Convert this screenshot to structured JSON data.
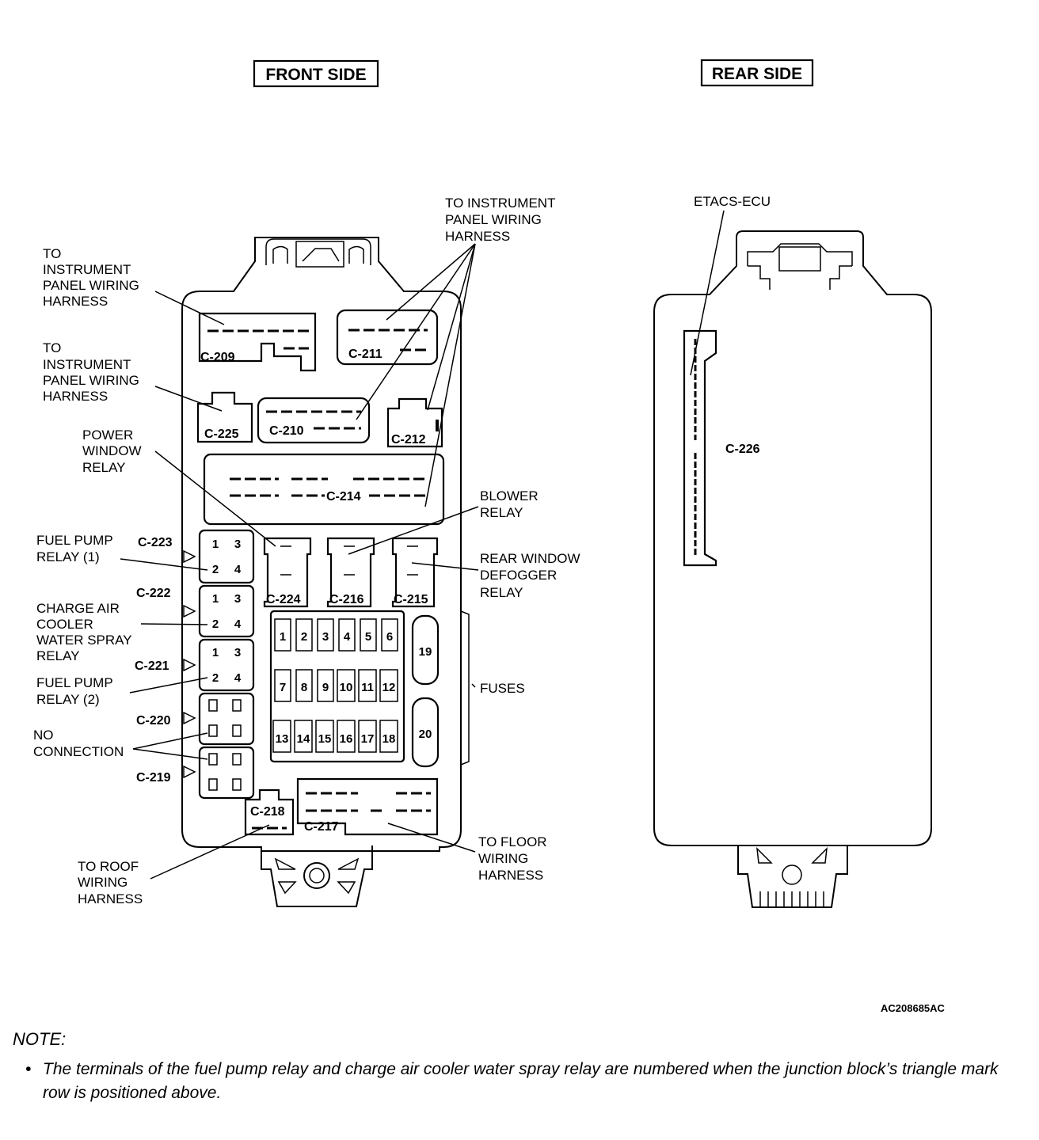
{
  "headers": {
    "front": "FRONT SIDE",
    "rear": "REAR SIDE"
  },
  "labels": {
    "to_ip_top": [
      "TO INSTRUMENT",
      "PANEL WIRING",
      "HARNESS"
    ],
    "to_ip_left1": [
      "TO",
      "INSTRUMENT",
      "PANEL WIRING",
      "HARNESS"
    ],
    "to_ip_left2": [
      "TO",
      "INSTRUMENT",
      "PANEL WIRING",
      "HARNESS"
    ],
    "power_window": [
      "POWER",
      "WINDOW",
      "RELAY"
    ],
    "blower": [
      "BLOWER",
      "RELAY"
    ],
    "rear_defogger": [
      "REAR WINDOW",
      "DEFOGGER",
      "RELAY"
    ],
    "fuel_pump1": [
      "FUEL PUMP",
      "RELAY (1)"
    ],
    "charge_air": [
      "CHARGE AIR",
      "COOLER",
      "WATER SPRAY",
      "RELAY"
    ],
    "fuel_pump2": [
      "FUEL PUMP",
      "RELAY (2)"
    ],
    "no_connection": [
      "NO",
      "CONNECTION"
    ],
    "fuses": "FUSES",
    "to_floor": [
      "TO FLOOR",
      "WIRING",
      "HARNESS"
    ],
    "to_roof": [
      "TO ROOF",
      "WIRING",
      "HARNESS"
    ],
    "etacs": "ETACS-ECU"
  },
  "connectors": {
    "c209": "C-209",
    "c211": "C-211",
    "c225": "C-225",
    "c210": "C-210",
    "c212": "C-212",
    "c214": "C-214",
    "c223": "C-223",
    "c222": "C-222",
    "c221": "C-221",
    "c220": "C-220",
    "c219": "C-219",
    "c224": "C-224",
    "c216": "C-216",
    "c215": "C-215",
    "c218": "C-218",
    "c217": "C-217",
    "c226": "C-226"
  },
  "relay_terminals": [
    "1",
    "3",
    "2",
    "4"
  ],
  "fuses": [
    "1",
    "2",
    "3",
    "4",
    "5",
    "6",
    "7",
    "8",
    "9",
    "10",
    "11",
    "12",
    "13",
    "14",
    "15",
    "16",
    "17",
    "18",
    "19",
    "20"
  ],
  "figure_code": "AC208685AC",
  "note": {
    "title": "NOTE:",
    "bullet": "•",
    "text": "The terminals of the fuel pump relay and charge air cooler water spray relay are numbered when the junction block’s triangle mark row is positioned above."
  }
}
